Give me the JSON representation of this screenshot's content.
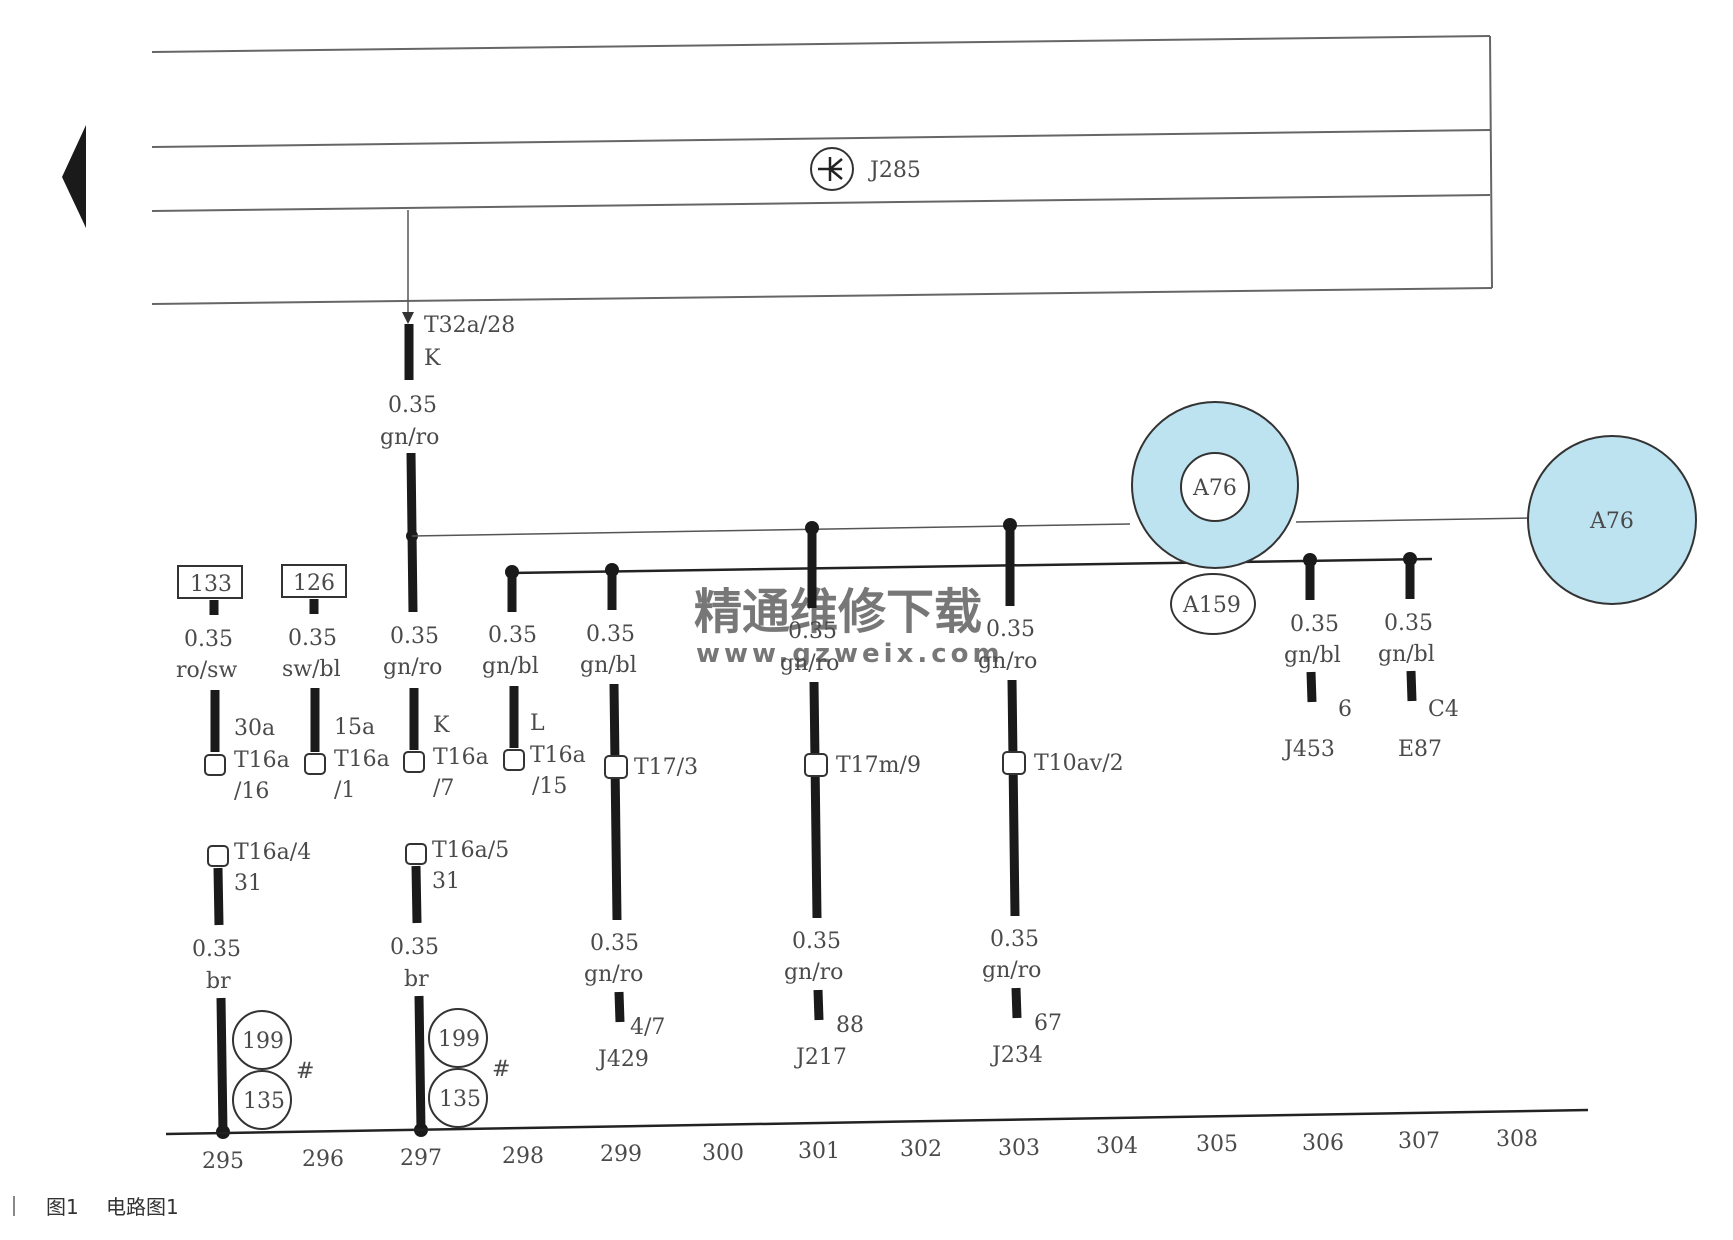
{
  "control_unit": "J285",
  "watermark": {
    "cn": "精通维修下载",
    "url": "www.gzweix.com"
  },
  "caption": {
    "fig": "图1",
    "title": "电路图1"
  },
  "top_pin": {
    "pin": "T32a/28",
    "code": "K",
    "size": "0.35",
    "color": "gn/ro"
  },
  "fuse_boxes": [
    "133",
    "126"
  ],
  "wires": {
    "w295_top": {
      "size": "0.35",
      "color": "ro/sw",
      "term": "30a",
      "conn": "T16a",
      "pin": "/16"
    },
    "w296_top": {
      "size": "0.35",
      "color": "sw/bl",
      "term": "15a",
      "conn": "T16a",
      "pin": "/1"
    },
    "w297_top": {
      "size": "0.35",
      "color": "gn/ro",
      "term": "K",
      "conn": "T16a",
      "pin": "/7"
    },
    "w298_top": {
      "size": "0.35",
      "color": "gn/bl",
      "term": "L",
      "conn": "T16a",
      "pin": "/15"
    },
    "w299": {
      "size": "0.35",
      "color": "gn/bl",
      "conn": "T17/3",
      "size2": "0.35",
      "color2": "gn/ro",
      "pin": "4/7",
      "unit": "J429"
    },
    "w301": {
      "size": "0.35",
      "color": "gn/ro",
      "conn": "T17m/9",
      "size2": "0.35",
      "color2": "gn/ro",
      "pin": "88",
      "unit": "J217"
    },
    "w303": {
      "size": "0.35",
      "color": "gn/ro",
      "conn": "T10av/2",
      "size2": "0.35",
      "color2": "gn/ro",
      "pin": "67",
      "unit": "J234"
    },
    "w306": {
      "size": "0.35",
      "color": "gn/bl",
      "pin": "6",
      "unit": "J453"
    },
    "w307": {
      "size": "0.35",
      "color": "gn/bl",
      "pin": "C4",
      "unit": "E87"
    },
    "w295_bot": {
      "conn": "T16a/4",
      "term": "31",
      "size": "0.35",
      "color": "br",
      "g1": "199",
      "g2": "135",
      "mark": "#"
    },
    "w297_bot": {
      "conn": "T16a/5",
      "term": "31",
      "size": "0.35",
      "color": "br",
      "g1": "199",
      "g2": "135",
      "mark": "#"
    }
  },
  "splices": {
    "a76_circle": "A76",
    "a76_right": "A76",
    "a159": "A159"
  },
  "columns": [
    "295",
    "296",
    "297",
    "298",
    "299",
    "300",
    "301",
    "302",
    "303",
    "304",
    "305",
    "306",
    "307",
    "308"
  ],
  "colors": {
    "splice_fill": "#bde3f1",
    "watermark": "#f0a070",
    "wire": "#1a1a1a"
  }
}
